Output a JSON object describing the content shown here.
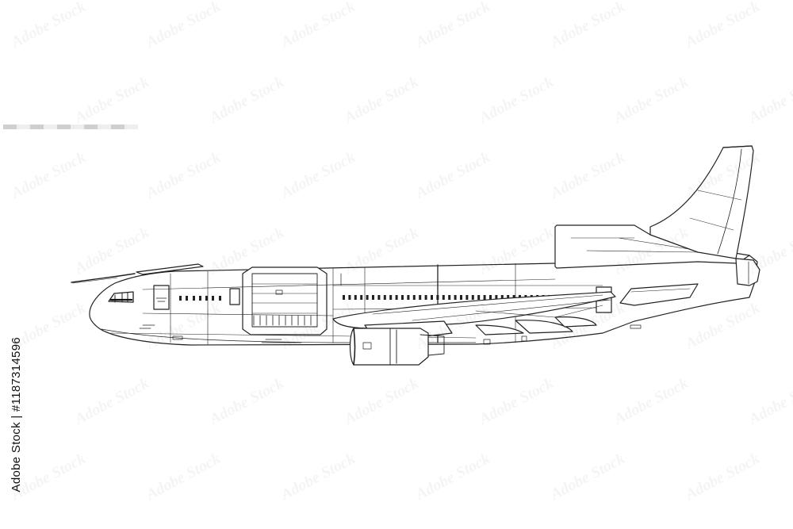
{
  "image": {
    "subject": "aircraft-side-profile-line-drawing",
    "line_color": "#222222",
    "fill_color": "#ffffff",
    "background_color": "#ffffff"
  },
  "side_label": {
    "text": "Adobe Stock | #1187314596"
  },
  "watermark": {
    "text": "Adobe Stock"
  },
  "scale_bar": {
    "segments": 10
  }
}
